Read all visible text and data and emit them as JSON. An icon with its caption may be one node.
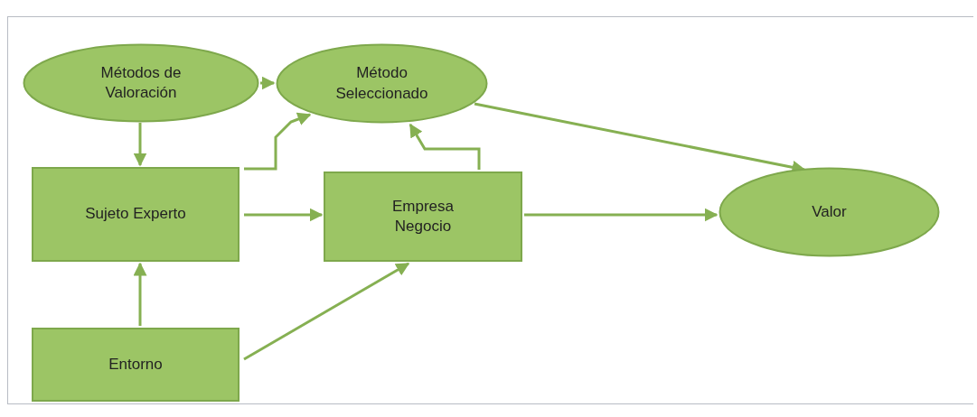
{
  "diagram": {
    "nodes": [
      {
        "text": [
          "Métodos de Valoración"
        ]
      },
      {
        "text": [
          "Método Seleccionado"
        ]
      },
      {
        "text": [
          "Sujeto Experto"
        ]
      },
      {
        "text": [
          "Empresa Negocio"
        ]
      },
      {
        "text": [
          "Valor"
        ]
      },
      {
        "text": [
          "Entorno"
        ]
      }
    ],
    "edges": [
      {
        "from": 0,
        "to": 1,
        "arrow": "to"
      },
      {
        "from": 0,
        "to": 2,
        "arrow": "to"
      },
      {
        "from": 2,
        "to": 1,
        "arrow": "to"
      },
      {
        "from": 2,
        "to": 3,
        "arrow": "to"
      },
      {
        "from": 3,
        "to": 1,
        "arrow": "to"
      },
      {
        "from": 1,
        "to": 4,
        "arrow": "to"
      },
      {
        "from": 3,
        "to": 4,
        "arrow": "to"
      },
      {
        "from": 5,
        "to": 2,
        "arrow": "to"
      },
      {
        "from": 5,
        "to": 3,
        "arrow": "to"
      }
    ]
  }
}
